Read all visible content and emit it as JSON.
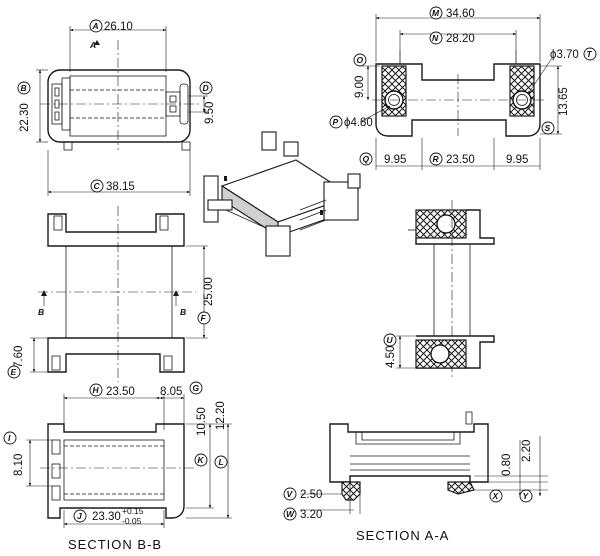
{
  "dims": {
    "A": "26.10",
    "B": "22.30",
    "C": "38.15",
    "D": "9.50",
    "M": "34.60",
    "N": "28.20",
    "O": "9.00",
    "P": "ϕ4.80",
    "T": "ϕ3.70",
    "Q": "9.95",
    "R": "23.50",
    "S": "13.65",
    "Q2": "9.95",
    "E": "7.60",
    "F": "25.00",
    "U": "4.50",
    "H": "23.50",
    "G": "8.05",
    "K": "10.50",
    "L": "12.20",
    "I": "8.10",
    "J": "23.30",
    "J_tol_upper": "+0.15",
    "J_tol_lower": "-0.05",
    "V": "2.50",
    "W": "3.20",
    "X": "0.80",
    "Y": "2.20"
  },
  "letters": {
    "A": "A",
    "B": "B",
    "C": "C",
    "D": "D",
    "E": "E",
    "F": "F",
    "G": "G",
    "H": "H",
    "I": "I",
    "J": "J",
    "K": "K",
    "L": "L",
    "M": "M",
    "N": "N",
    "O": "O",
    "P": "P",
    "Q": "Q",
    "R": "R",
    "S": "S",
    "T": "T",
    "U": "U",
    "V": "V",
    "W": "W",
    "X": "X",
    "Y": "Y"
  },
  "section_marks": {
    "top": "A",
    "left": "B",
    "right": "B"
  },
  "captions": {
    "section_bb": "SECTION B-B",
    "section_aa": "SECTION A-A"
  }
}
